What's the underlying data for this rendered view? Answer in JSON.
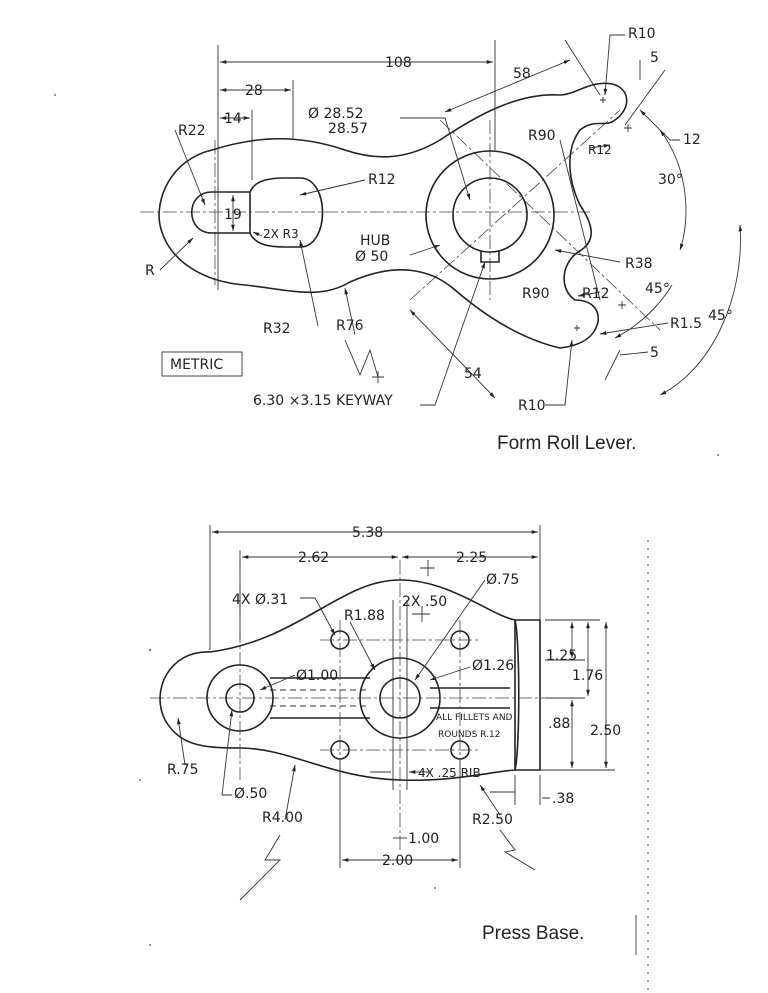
{
  "drawing1": {
    "caption": "Form Roll Lever.",
    "badge": "METRIC",
    "dims": {
      "d108": "108",
      "d28": "28",
      "d14": "14",
      "r22": "R22",
      "dia_a": "Ø 28.52",
      "dia_b": "28.57",
      "r12a": "R12",
      "d19": "19",
      "r3": "2X R3",
      "r": "R",
      "hub": "HUB",
      "hubdia": "Ø 50",
      "r32": "R32",
      "r76": "R76",
      "keyway": "6.30 ×3.15 KEYWAY",
      "d58": "58",
      "r10a": "R10",
      "d5a": "5",
      "d12": "12",
      "r90a": "R90",
      "r12b": "R12",
      "a30": "30°",
      "r38": "R38",
      "r90b": "R90",
      "r12c": "R12",
      "a45a": "45°",
      "a45b": "45°",
      "r15": "R1.5",
      "d5b": "5",
      "d54": "54",
      "r10b": "R10"
    }
  },
  "drawing2": {
    "caption": "Press Base.",
    "dims": {
      "d538": "5.38",
      "d262": "2.62",
      "d225": "2.25",
      "holes": "4X Ø.31",
      "r188": "R1.88",
      "x50": "2X .50",
      "d75": "Ø.75",
      "d126": "Ø1.26",
      "d100": "Ø1.00",
      "d125": "1.25",
      "d176": "1.76",
      "d250": "2.50",
      "d88": ".88",
      "fillets1": "ALL FILLETS AND",
      "fillets2": "ROUNDS R.12",
      "r75": "R.75",
      "d50": "Ø.50",
      "r400": "R4.00",
      "rib": "4X .25  RIB",
      "d38": ".38",
      "r250": "R2.50",
      "l100": "1.00",
      "l200": "2.00"
    }
  }
}
